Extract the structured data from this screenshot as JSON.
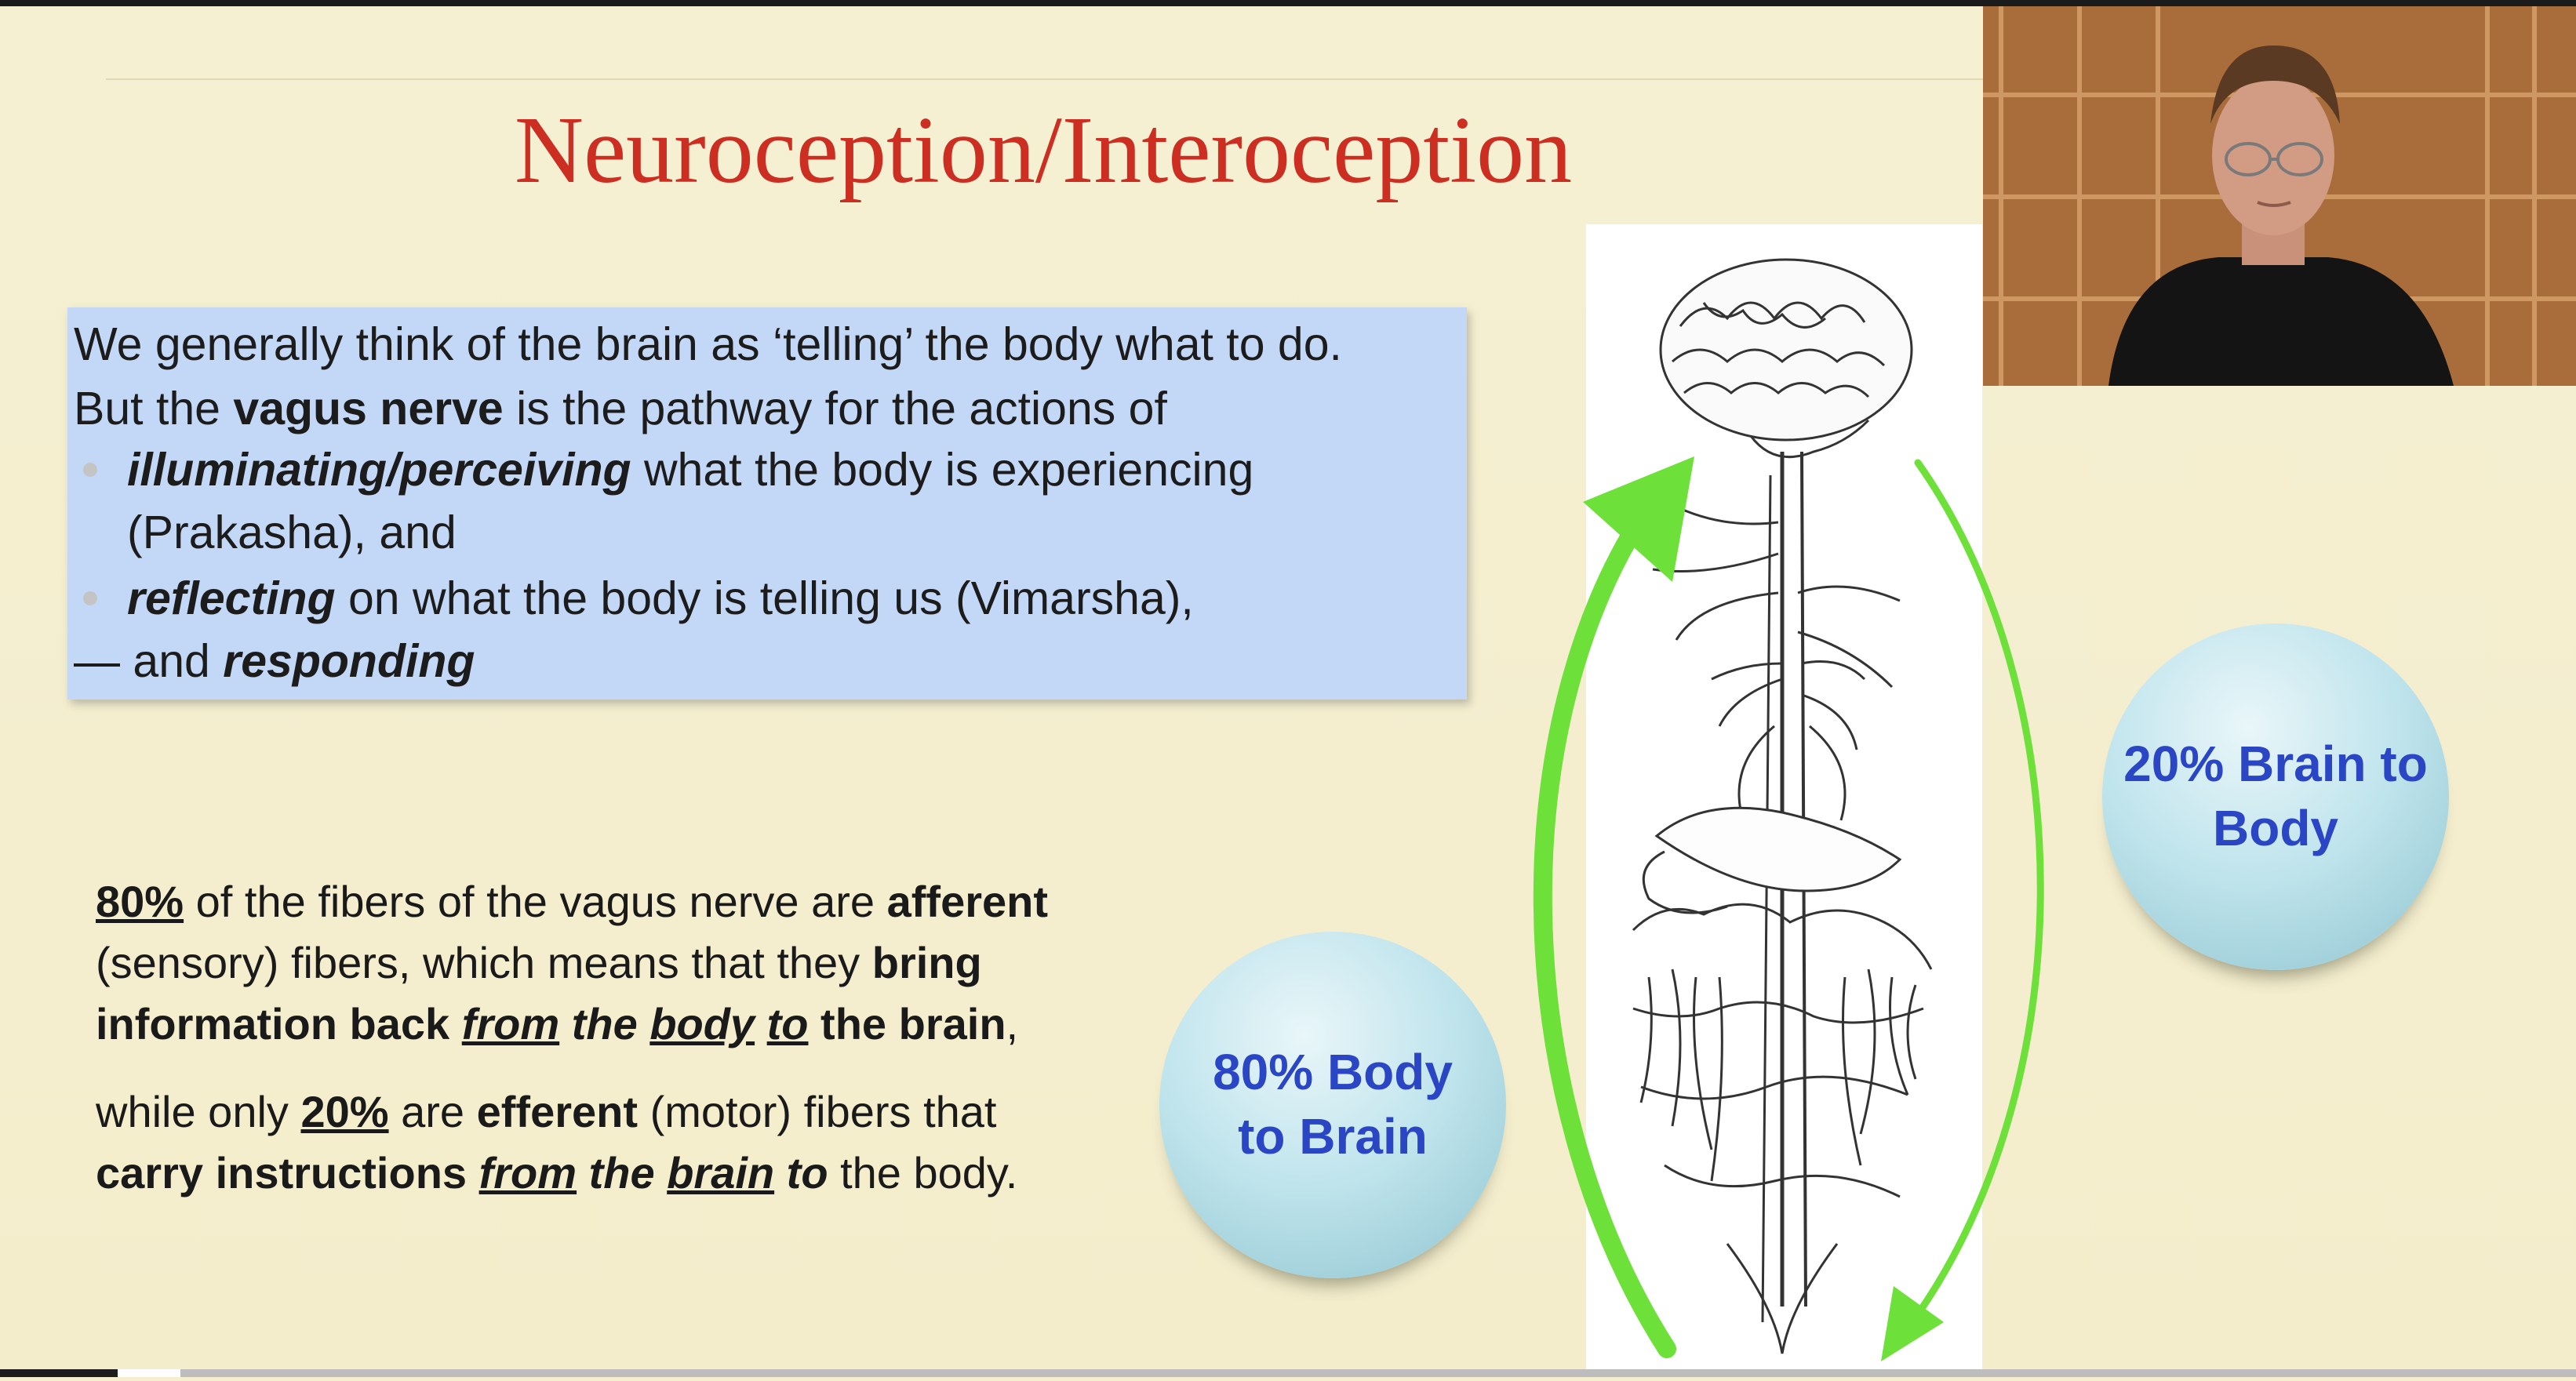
{
  "slide": {
    "title": "Neuroception/Interoception",
    "box": {
      "line1": "We generally think of the brain as ‘telling’ the body what to do.",
      "line2_pre": "But the ",
      "line2_bold": "vagus nerve",
      "line2_post": " is the pathway for the actions of",
      "bullet1_bold": "illuminating/perceiving",
      "bullet1_post": " what the body is experiencing",
      "bullet1_cont": "(Prakasha), and",
      "bullet2_bold": "reflecting",
      "bullet2_post": " on what the body is telling us (Vimarsha),",
      "line_last_pre": "— and ",
      "line_last_bold": "responding"
    },
    "para1": {
      "pct": "80%",
      "t1": " of the fibers of the vagus nerve are ",
      "afferent": "afferent",
      "t2": "(sensory) fibers, which means that they ",
      "bring": "bring",
      "t3a": "information back ",
      "from": "from",
      "the1": " the ",
      "body": "body",
      "to1": "to",
      "t3b": " the brain",
      "comma": ","
    },
    "para2": {
      "t1": "while only ",
      "pct": "20%",
      "t2": " are ",
      "efferent": "efferent",
      "t3": " (motor) fibers that",
      "carry": "carry instructions ",
      "from": "from",
      "the2": " the ",
      "brain": "brain",
      "to2": "to",
      "t4": " the body."
    },
    "circle_left": "80% Body to Brain",
    "circle_right": "20% Brain to Body"
  },
  "colors": {
    "title": "#cc2f22",
    "background": "#f5efd0",
    "box": "#c3d7f7",
    "circle_text": "#2a46c5",
    "arrow": "#6ee03a"
  },
  "icons": {
    "illustration": "vagus-nerve-anatomy-illustration",
    "arrow_up": "green-curved-arrow-up",
    "arrow_down": "green-curved-arrow-down",
    "video": "presenter-webcam-feed"
  }
}
